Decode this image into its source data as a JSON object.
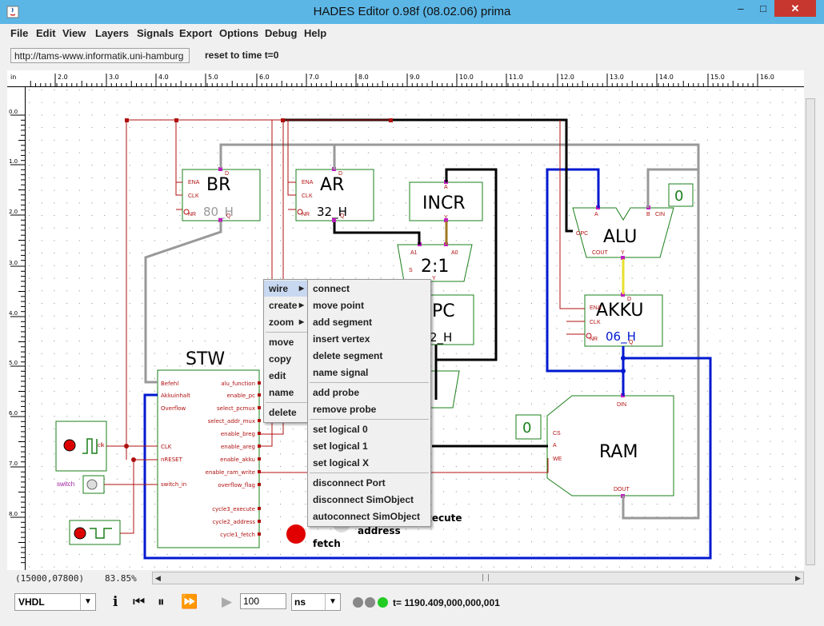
{
  "window": {
    "title": "HADES Editor 0.98f (08.02.06)   prima",
    "minimize": "–",
    "maximize": "□",
    "close": "✕"
  },
  "menubar": [
    "File",
    "Edit",
    "View",
    "Layers",
    "Signals",
    "Export",
    "Options",
    "Debug",
    "Help"
  ],
  "toolbar": {
    "url": "http://tams-www.informatik.uni-hamburg",
    "reset_label": "reset to time t=0"
  },
  "ruler": {
    "unit": "in",
    "h_ticks": [
      "2.0",
      "3.0",
      "4.0",
      "5.0",
      "6.0",
      "7.0",
      "8.0",
      "9.0",
      "10.0",
      "11.0",
      "12.0",
      "13.0",
      "14.0",
      "15.0",
      "16.0"
    ],
    "v_ticks": [
      "0.0",
      "1.0",
      "2.0",
      "3.0",
      "4.0",
      "5.0",
      "6.0",
      "7.0",
      "8.0"
    ]
  },
  "schematic": {
    "br": {
      "name": "BR",
      "value": "80_H",
      "pins": [
        "ENA",
        "CLK",
        "NR",
        "D",
        "Q"
      ]
    },
    "ar": {
      "name": "AR",
      "value": "32_H",
      "pins": [
        "ENA",
        "CLK",
        "NR",
        "D",
        "Q"
      ]
    },
    "incr": {
      "name": "INCR",
      "pins": [
        "A",
        "Y"
      ]
    },
    "mux": {
      "name": "2:1",
      "pins": [
        "A1",
        "A0",
        "S",
        "Y"
      ]
    },
    "pc": {
      "name": "PC",
      "value": "2_H"
    },
    "alu": {
      "name": "ALU",
      "pins": [
        "A",
        "B",
        "CIN",
        "OPC",
        "COUT",
        "Y"
      ],
      "cin_value": "0"
    },
    "akku": {
      "name": "AKKU",
      "value": "06_H",
      "pins": [
        "ENA",
        "CLK",
        "NR",
        "D",
        "Q"
      ]
    },
    "ram": {
      "name": "RAM",
      "pins": [
        "DIN",
        "CS",
        "A",
        "WE",
        "DOUT"
      ],
      "cs_value": "0"
    },
    "stw": {
      "name": "STW",
      "left_ports": [
        "Befehl",
        "Akkuinhalt",
        "Overflow",
        "CLK",
        "nRESET",
        "switch_in"
      ],
      "right_ports": [
        "alu_function",
        "enable_pc",
        "select_pcmux",
        "select_addr_mux",
        "enable_breg",
        "enable_areg",
        "enable_akku",
        "enable_ram_write",
        "overflow_flag",
        "cycle3_execute",
        "cycle2_address",
        "cycle1_fetch"
      ]
    },
    "clk_label": "clk",
    "switch_label": "switch",
    "probe_labels": [
      "fetch",
      "address",
      "execute"
    ]
  },
  "context_menu": {
    "items": [
      {
        "label": "wire",
        "submenu": true
      },
      {
        "label": "create",
        "submenu": true
      },
      {
        "label": "zoom",
        "submenu": true
      },
      {
        "label": "move"
      },
      {
        "label": "copy"
      },
      {
        "label": "edit"
      },
      {
        "label": "name"
      },
      {
        "label": "delete"
      }
    ]
  },
  "wire_submenu": {
    "items": [
      "connect",
      "move point",
      "add segment",
      "insert vertex",
      "delete segment",
      "name signal",
      "add probe",
      "remove probe",
      "set logical 0",
      "set logical 1",
      "set logical X",
      "disconnect Port",
      "disconnect SimObject",
      "autoconnect SimObject"
    ]
  },
  "status": {
    "coords": "(15000,07800)",
    "zoom": "83.85%"
  },
  "bottom": {
    "language": "VHDL",
    "step_value": "100",
    "unit": "ns",
    "sim_time": "t= 1190.409,000,000,001",
    "info_glyph": "i",
    "rewind_glyph": "⏮",
    "pause_glyph": "⏸",
    "ffwd_glyph": "⏩",
    "play_glyph": "▶"
  },
  "colors": {
    "titlebar": "#5bb6e6",
    "close": "#c7372f",
    "wire_red": "#b01010",
    "wire_blue": "#0018d0",
    "wire_black": "#000000",
    "wire_gray": "#999999",
    "bus_yellow": "#e8e030",
    "comp_green": "#1a7f1a",
    "pin_magenta": "#c020c0",
    "sim_running": "#22cc22",
    "akku_value": "#0018d0",
    "br_value": "#999999"
  }
}
